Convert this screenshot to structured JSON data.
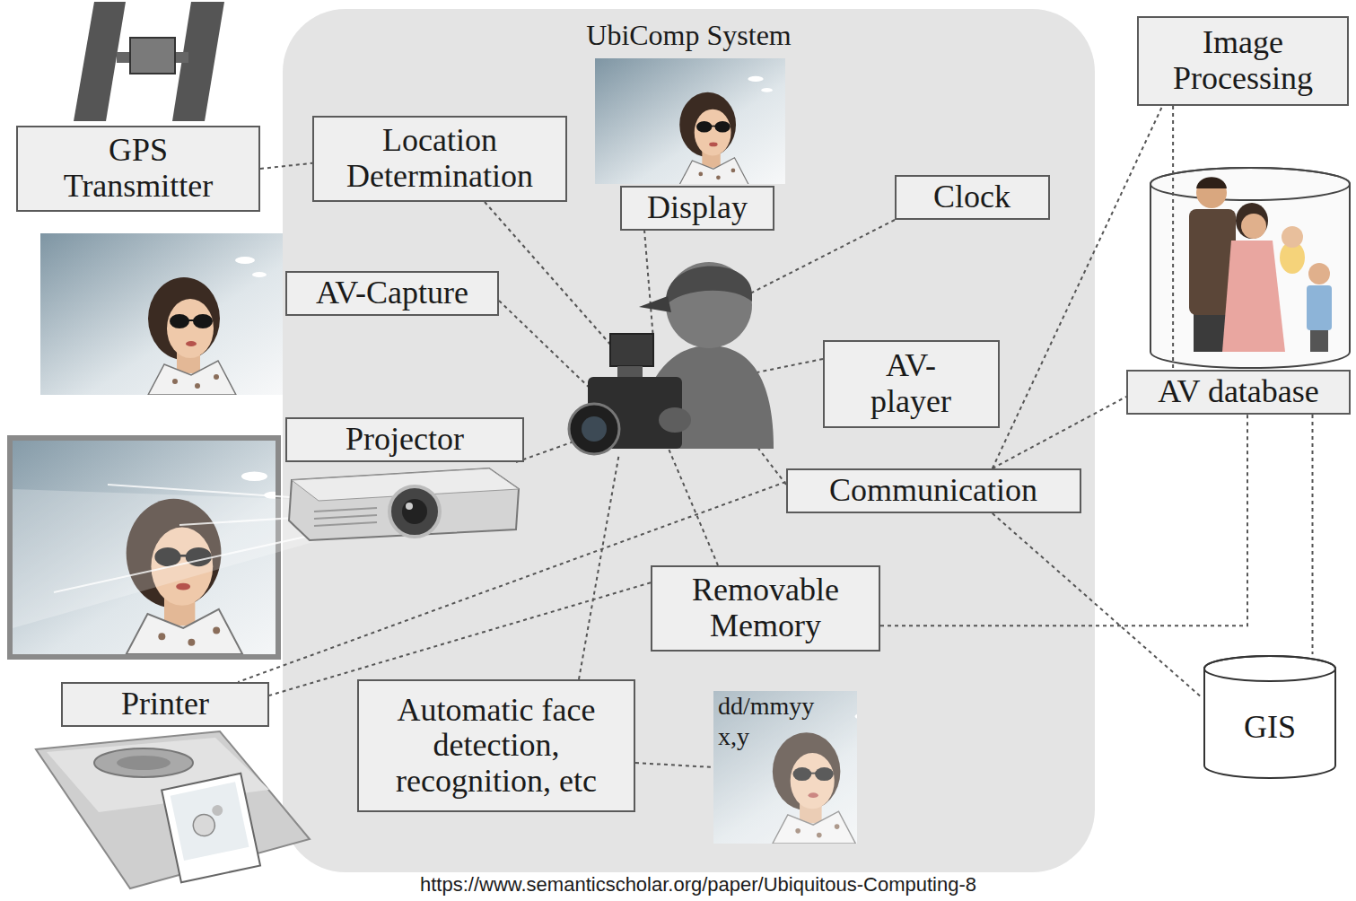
{
  "diagram": {
    "nodes": [
      {
        "text": [
          "UbiComp System"
        ]
      },
      {
        "text": [
          "GPS Transmitter"
        ]
      },
      {
        "text": [
          "Location Determination"
        ],
        "in": 0
      },
      {
        "text": [
          "Display"
        ],
        "in": 0
      },
      {
        "text": [
          "Clock"
        ],
        "in": 0
      },
      {
        "text": [
          "Image Processing"
        ]
      },
      {
        "text": [
          "AV-Capture"
        ],
        "in": 0
      },
      {
        "text": [
          "AV- player"
        ],
        "in": 0
      },
      {
        "text": [
          "AV database"
        ]
      },
      {
        "text": [
          "Projector"
        ],
        "in": 0
      },
      {
        "text": [
          "Communication"
        ],
        "in": 0
      },
      {
        "text": [
          "Removable Memory"
        ],
        "in": 0
      },
      {
        "text": [
          "Printer"
        ]
      },
      {
        "text": [
          "Automatic face detection, recognition, etc"
        ],
        "in": 0
      },
      {
        "text": [
          "GIS"
        ]
      }
    ],
    "edges": [
      {
        "from": 1,
        "to": 2,
        "arrow": "none"
      },
      {
        "from": 10,
        "to": 5,
        "arrow": "none"
      },
      {
        "from": 10,
        "to": 8,
        "arrow": "none"
      },
      {
        "from": 10,
        "to": 14,
        "arrow": "none"
      },
      {
        "from": 10,
        "to": 12,
        "arrow": "none"
      },
      {
        "from": 11,
        "to": 12,
        "arrow": "none"
      },
      {
        "from": 11,
        "to": 8,
        "arrow": "none"
      },
      {
        "from": 5,
        "to": 8,
        "arrow": "none"
      },
      {
        "from": 8,
        "to": 14,
        "arrow": "none"
      }
    ],
    "labels": [
      "dd/mmyy",
      "x,y",
      "https://www.semanticscholar.org/paper/Ubiquitous-Computing-8"
    ]
  }
}
